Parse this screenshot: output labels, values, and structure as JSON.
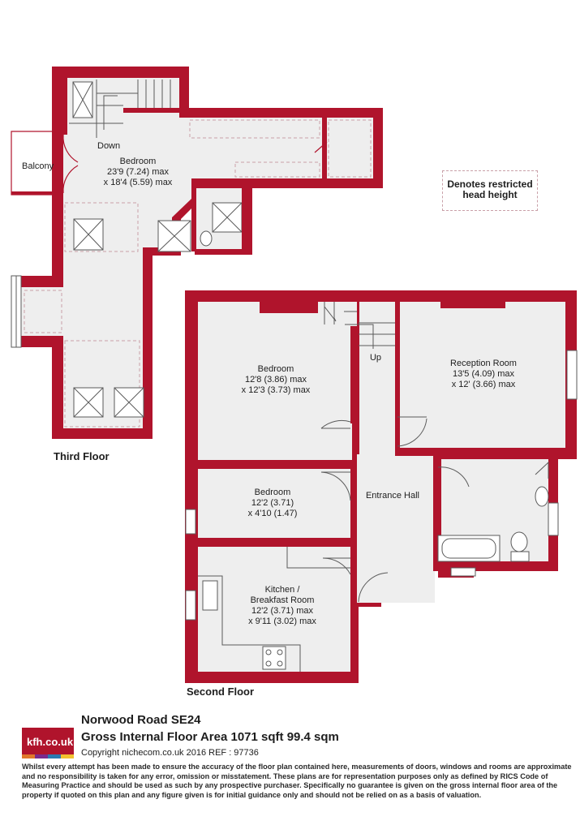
{
  "rooms": {
    "third_bedroom": {
      "name": "Bedroom",
      "dim1": "23'9 (7.24) max",
      "dim2": "x 18'4 (5.59) max"
    },
    "balcony": "Balcony",
    "down": "Down",
    "bedroom_1": {
      "name": "Bedroom",
      "dim1": "12'8 (3.86) max",
      "dim2": "x 12'3 (3.73) max"
    },
    "up": "Up",
    "reception": {
      "name": "Reception Room",
      "dim1": "13'5 (4.09) max",
      "dim2": "x 12' (3.66) max"
    },
    "bedroom_2": {
      "name": "Bedroom",
      "dim1": "12'2 (3.71)",
      "dim2": "x 4'10 (1.47)"
    },
    "entrance_hall": "Entrance Hall",
    "kitchen": {
      "name1": "Kitchen /",
      "name2": "Breakfast Room",
      "dim1": "12'2 (3.71) max",
      "dim2": "x 9'11 (3.02) max"
    }
  },
  "floors": {
    "third": "Third Floor",
    "second": "Second Floor"
  },
  "legend": {
    "line1": "Denotes restricted",
    "line2": "head height"
  },
  "logo": "kfh.co.uk",
  "footer": {
    "address": "Norwood Road  SE24",
    "gia": "Gross Internal Floor Area 1071 sqft 99.4 sqm",
    "copyright": "Copyright nichecom.co.uk 2016 REF : 97736",
    "disclaimer": "Whilst every attempt has been made to ensure the accuracy of the floor plan contained here, measurements of doors, windows and rooms are approximate and no responsibility is taken for any error, omission or misstatement.  These plans are for representation purposes only as defined by RICS Code of Measuring Practice and should be used as such by any prospective purchaser.  Specifically no guarantee is given on the gross internal floor area of the property if quoted on this plan and any figure given is for initial guidance only and should not be relied on as a basis of valuation."
  },
  "colors": {
    "wall": "#b0142c",
    "floor": "#eeeeee",
    "dashed": "#c9a0a8"
  }
}
